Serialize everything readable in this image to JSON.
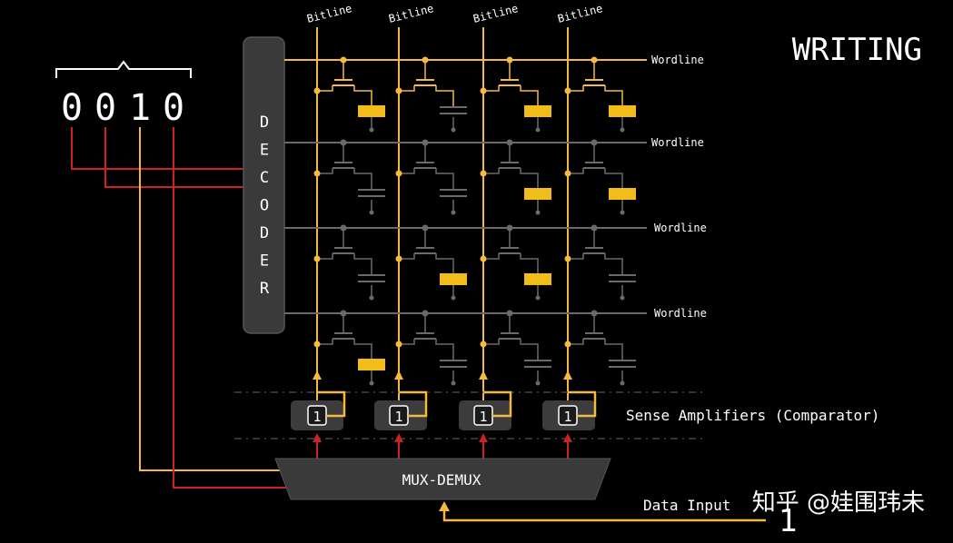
{
  "title": "WRITING",
  "address_bits": [
    "0",
    "0",
    "1",
    "0"
  ],
  "decoder_letters": [
    "D",
    "E",
    "C",
    "O",
    "D",
    "E",
    "R"
  ],
  "bitline_label": "Bitline",
  "wordline_label": "Wordline",
  "sense_amp_label": "Sense Amplifiers (Comparator)",
  "sense_amp_values": [
    "1",
    "1",
    "1",
    "1"
  ],
  "mux_label": "MUX-DEMUX",
  "data_input_label": "Data Input",
  "data_input_value": "1",
  "watermark": "知乎 @娃围玮未",
  "charged_cells": [
    [
      true,
      false,
      true,
      true
    ],
    [
      false,
      false,
      true,
      true
    ],
    [
      false,
      true,
      true,
      false
    ],
    [
      true,
      false,
      false,
      false
    ]
  ],
  "colors": {
    "active": "#f5b942",
    "inactive": "#6a6a6a",
    "address": "#cc2222",
    "cell_charge": "#f2bc1b",
    "decoder": "#3a3a3a"
  }
}
